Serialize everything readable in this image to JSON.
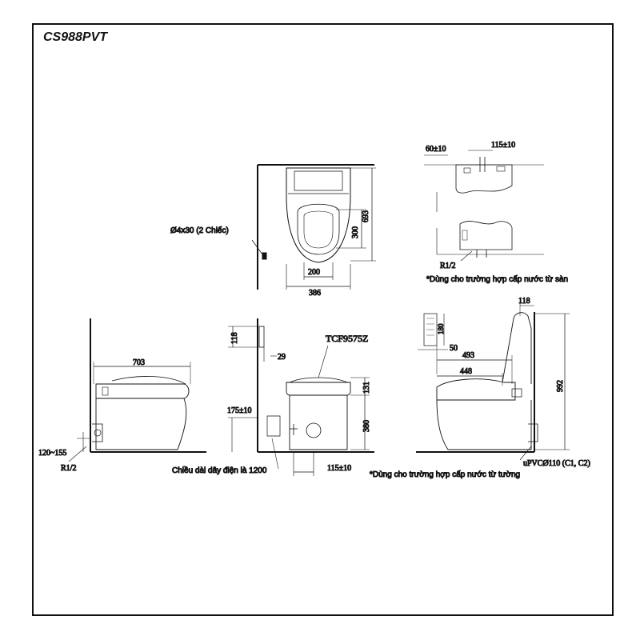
{
  "model": "CS988PVT",
  "labels": {
    "screw": "Ø4x30 (2 Chiếc)",
    "d60": "60±10",
    "d115_top": "115±10",
    "r12_top": "R1/2",
    "note_floor": "*Dùng cho trường hợp cấp nước từ sàn",
    "d693": "693",
    "d300": "300",
    "d200": "200",
    "d386": "386",
    "d703": "703",
    "d120_155": "120~155",
    "r12_left": "R1/2",
    "d118": "118",
    "d29": "29",
    "tcf": "TCF9575Z",
    "d131": "131",
    "d175": "175±10",
    "d380": "380",
    "cable": "Chiều dài dây điện là 1200",
    "d115_bottom": "115±10",
    "note_wall": "*Dùng cho trường hợp cấp nước từ tường",
    "d118_right": "118",
    "d180": "180",
    "d50": "50",
    "d493": "493",
    "d448": "448",
    "d992": "992",
    "upvc": "uPVCØ110 (C1, C2)"
  }
}
